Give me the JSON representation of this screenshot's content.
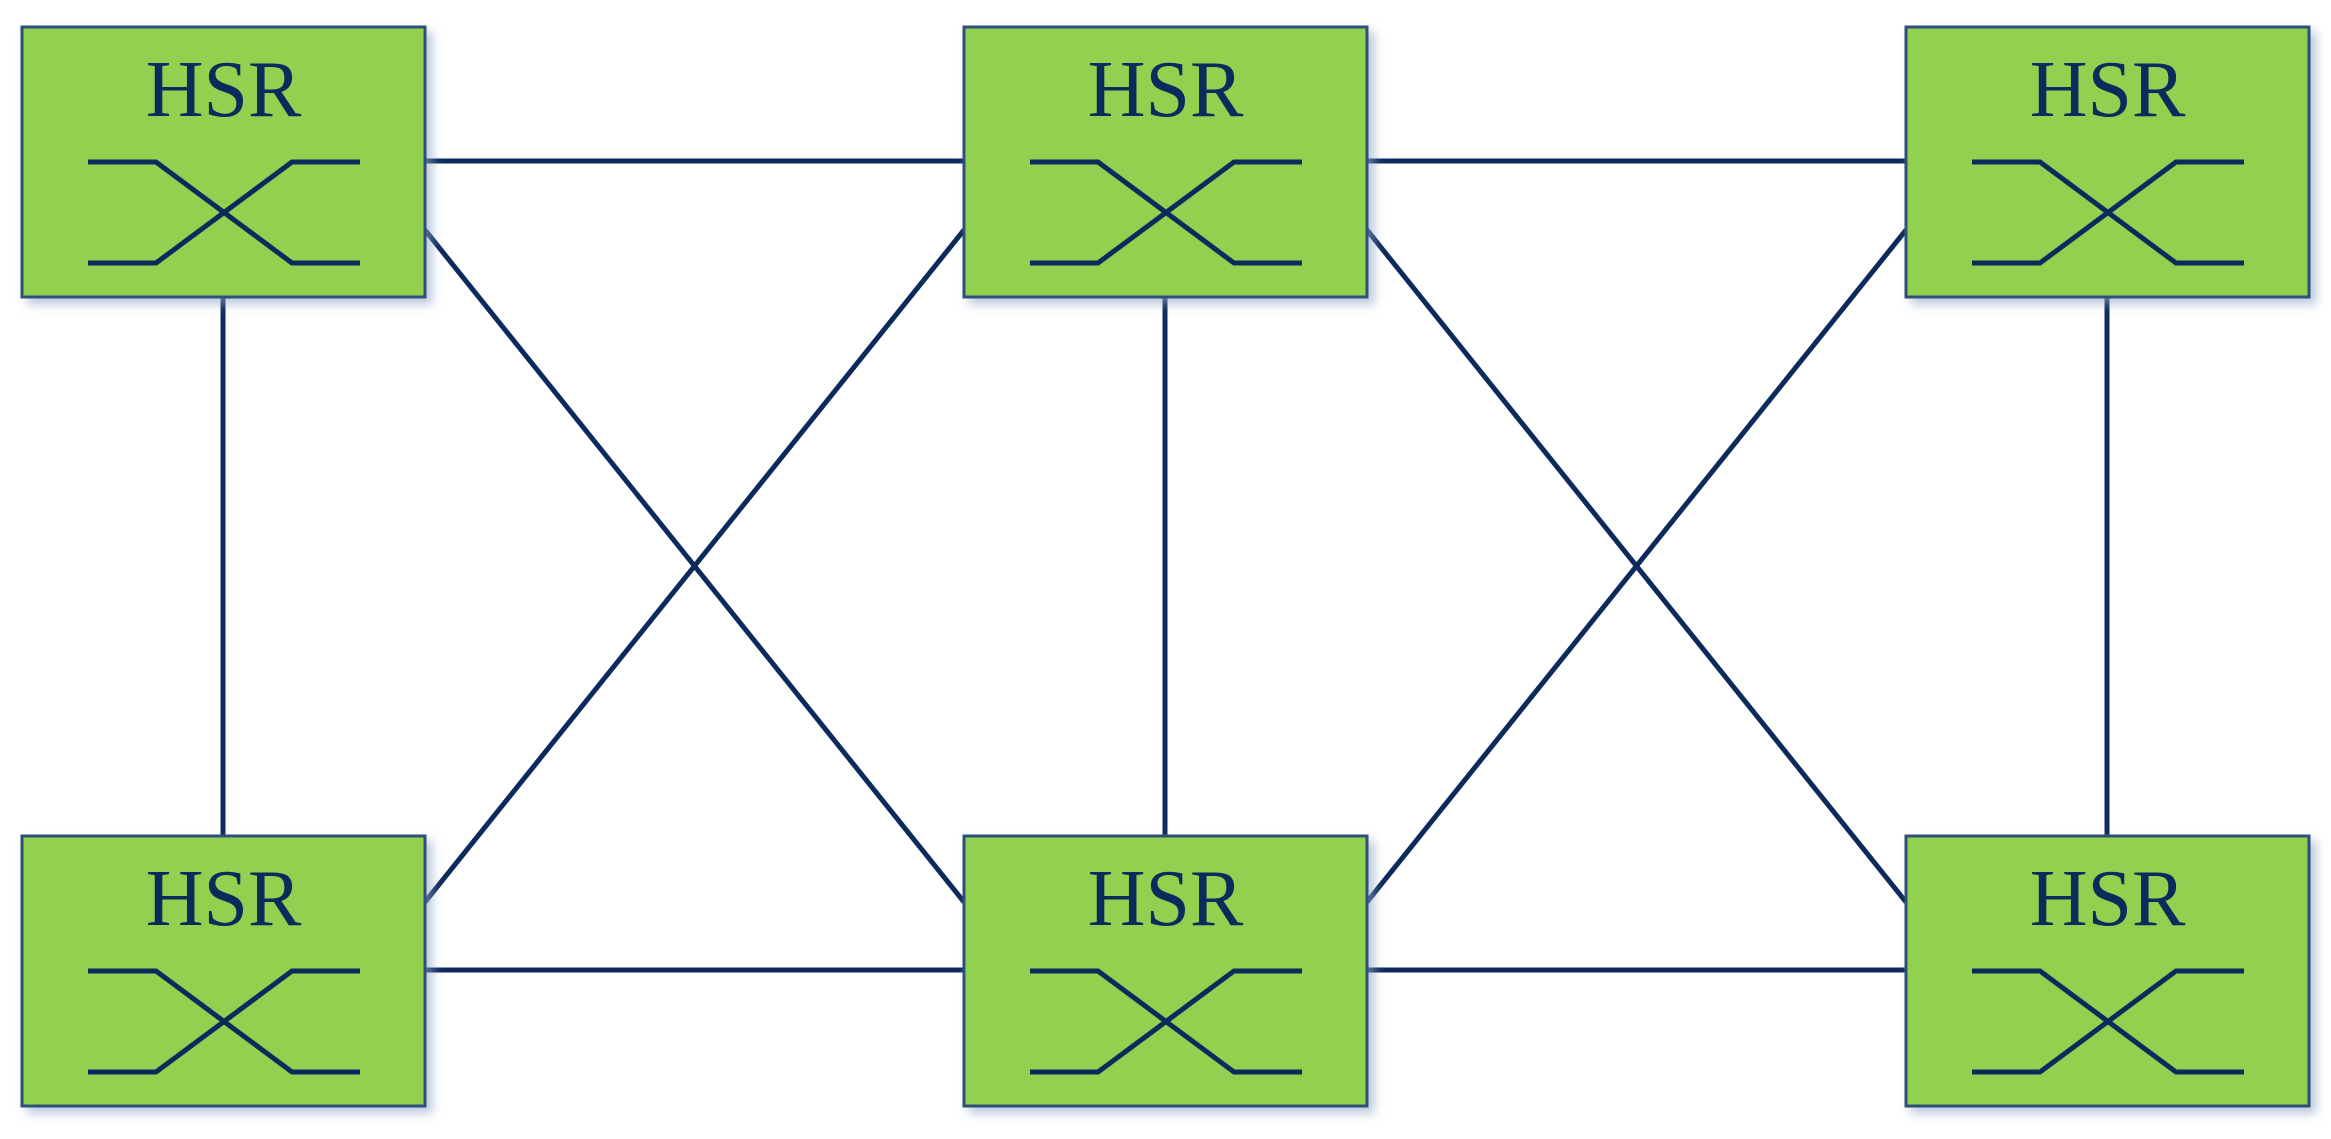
{
  "diagram": {
    "colors": {
      "node_fill": "#92d050",
      "node_border": "#2e4f7a",
      "line": "#0d2a5c",
      "text": "#0d2a5c",
      "background": "#ffffff"
    },
    "nodes": [
      {
        "id": "top-left",
        "label": "HSR",
        "icon": "switch-crossover-icon"
      },
      {
        "id": "top-middle",
        "label": "HSR",
        "icon": "switch-crossover-icon"
      },
      {
        "id": "top-right",
        "label": "HSR",
        "icon": "switch-crossover-icon"
      },
      {
        "id": "bottom-left",
        "label": "HSR",
        "icon": "switch-crossover-icon"
      },
      {
        "id": "bottom-middle",
        "label": "HSR",
        "icon": "switch-crossover-icon"
      },
      {
        "id": "bottom-right",
        "label": "HSR",
        "icon": "switch-crossover-icon"
      }
    ],
    "edges": [
      {
        "from": "top-left",
        "to": "top-middle"
      },
      {
        "from": "top-middle",
        "to": "top-right"
      },
      {
        "from": "bottom-left",
        "to": "bottom-middle"
      },
      {
        "from": "bottom-middle",
        "to": "bottom-right"
      },
      {
        "from": "top-left",
        "to": "bottom-left"
      },
      {
        "from": "top-middle",
        "to": "bottom-middle"
      },
      {
        "from": "top-right",
        "to": "bottom-right"
      },
      {
        "from": "top-left",
        "to": "bottom-middle"
      },
      {
        "from": "top-middle",
        "to": "bottom-left"
      },
      {
        "from": "top-middle",
        "to": "bottom-right"
      },
      {
        "from": "top-right",
        "to": "bottom-middle"
      }
    ]
  }
}
